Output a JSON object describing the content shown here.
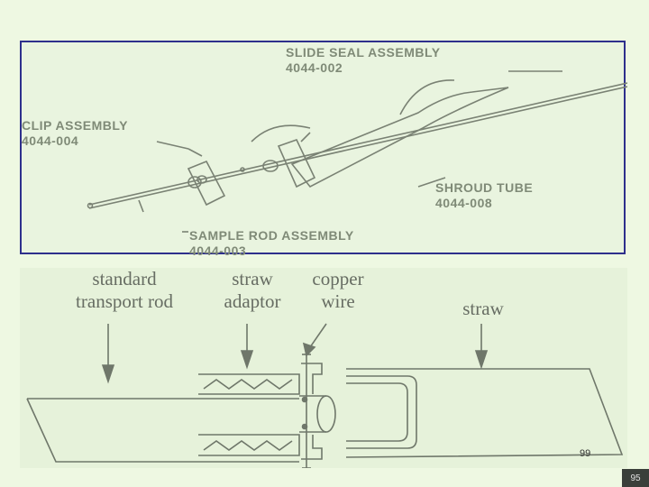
{
  "top_diagram": {
    "slide_seal_title": "SLIDE SEAL ASSEMBLY",
    "slide_seal_code": "4044-002",
    "clip_title": "CLIP ASSEMBLY",
    "clip_code": "4044-004",
    "shroud_title": "SHROUD TUBE",
    "shroud_code": "4044-008",
    "sample_rod_title": "SAMPLE ROD ASSEMBLY",
    "sample_rod_code": "4044-003"
  },
  "bottom_diagram": {
    "transport_rod_line1": "standard",
    "transport_rod_line2": "transport rod",
    "straw_adaptor_line1": "straw",
    "straw_adaptor_line2": "adaptor",
    "copper_wire_line1": "copper",
    "copper_wire_line2": "wire",
    "straw_label": "straw"
  },
  "page_number": "99",
  "slide_number": "95",
  "colors": {
    "frame_border": "#2e2f8c",
    "line_color": "#6f776a",
    "background": "#eef8e2"
  }
}
